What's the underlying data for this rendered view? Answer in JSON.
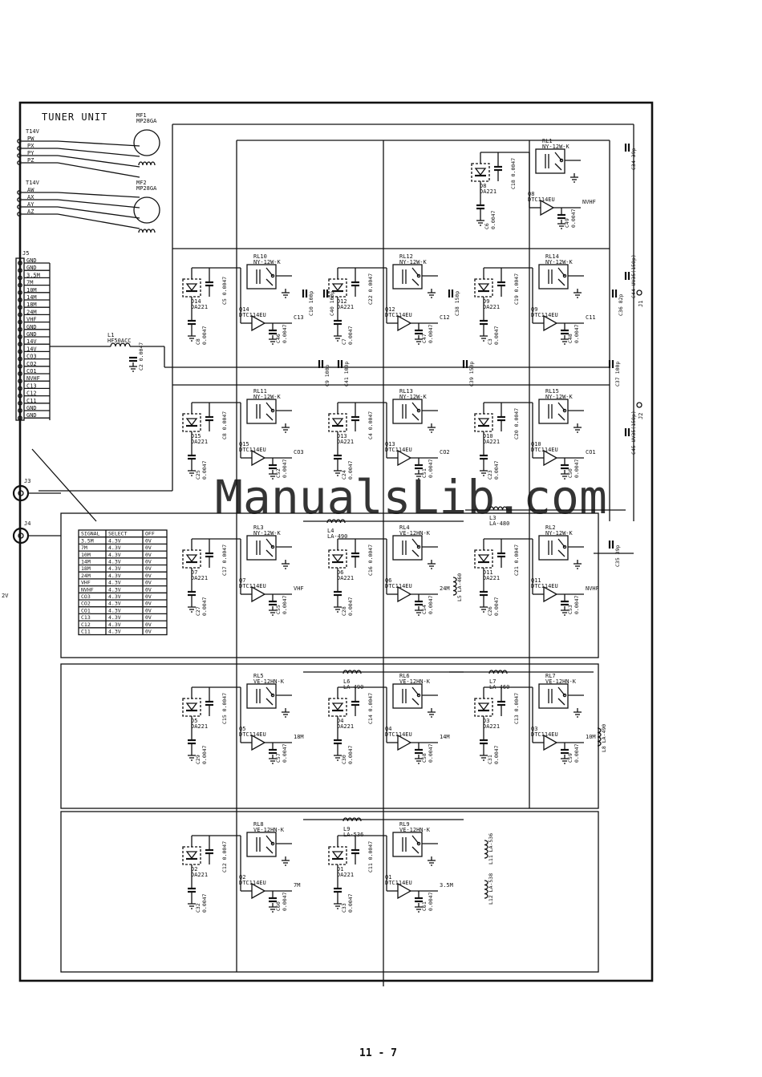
{
  "title": "TUNER UNIT",
  "page_number": "11 - 7",
  "watermark": "ManualsLib.com",
  "motors": [
    {
      "ref": "MF1",
      "part": "MP28GA"
    },
    {
      "ref": "MF2",
      "part": "MP28GA"
    }
  ],
  "motor_connector_1": {
    "supply": "T14V",
    "pins": [
      "PW",
      "PX",
      "PY",
      "PZ"
    ]
  },
  "motor_connector_2": {
    "supply": "T14V",
    "pins": [
      "AW",
      "AX",
      "AY",
      "AZ"
    ]
  },
  "connector_j5": {
    "ref": "J5",
    "pins": [
      "GND",
      "GND",
      "3.5M",
      "7M",
      "10M",
      "14M",
      "18M",
      "24M",
      "VHF",
      "GND",
      "GND",
      "14V",
      "14V",
      "CO3",
      "CO2",
      "CO1",
      "NVHF",
      "C13",
      "C12",
      "C11",
      "GND",
      "GND"
    ]
  },
  "inductor_l1": {
    "ref": "L1",
    "part": "HF50ACC"
  },
  "coax": [
    {
      "ref": "J3"
    },
    {
      "ref": "J4"
    },
    {
      "ref": "J1"
    },
    {
      "ref": "J2"
    }
  ],
  "left_edge_label": "2V",
  "relay_blocks": [
    {
      "relay": "RL1",
      "relay_part": "NY-12W-K",
      "diode": "D8",
      "diode_part": "DA221",
      "transistor": "Q8",
      "transistor_part": "DTC114EU",
      "cap_a": "C18",
      "cap_a_val": "0.0047",
      "cap_b": "C6",
      "cap_b_val": "0.0047",
      "cap_c": "C49",
      "cap_c_val": "0.0047",
      "sig": "NVHF"
    },
    {
      "relay": "RL10",
      "relay_part": "NY-12W-K",
      "diode": "D14",
      "diode_part": "DA221",
      "transistor": "Q14",
      "transistor_part": "DTC114EU",
      "cap_a": "C5",
      "cap_a_val": "0.0047",
      "cap_b": "C8",
      "cap_b_val": "0.0047",
      "cap_c": "C46",
      "cap_c_val": "0.0047",
      "sig": "C13"
    },
    {
      "relay": "RL12",
      "relay_part": "NY-12W-K",
      "diode": "D12",
      "diode_part": "DA221",
      "transistor": "Q12",
      "transistor_part": "DTC114EU",
      "cap_a": "C22",
      "cap_a_val": "0.0047",
      "cap_b": "C7",
      "cap_b_val": "0.0047",
      "cap_c": "C47",
      "cap_c_val": "0.0047",
      "sig": "C12"
    },
    {
      "relay": "RL14",
      "relay_part": "NY-12W-K",
      "diode": "D9",
      "diode_part": "DA221",
      "transistor": "Q9",
      "transistor_part": "DTC114EU",
      "cap_a": "C19",
      "cap_a_val": "0.0047",
      "cap_b": "C3",
      "cap_b_val": "0.0047",
      "cap_c": "C48",
      "cap_c_val": "0.0047",
      "sig": "C11"
    },
    {
      "relay": "RL11",
      "relay_part": "NY-12W-K",
      "diode": "D15",
      "diode_part": "DA221",
      "transistor": "Q15",
      "transistor_part": "DTC114EU",
      "cap_a": "C8",
      "cap_a_val": "0.0047",
      "cap_b": "C25",
      "cap_b_val": "0.0047",
      "cap_c": "C52",
      "cap_c_val": "0.0047",
      "sig": "CO3"
    },
    {
      "relay": "RL13",
      "relay_part": "NY-12W-K",
      "diode": "D13",
      "diode_part": "DA221",
      "transistor": "Q13",
      "transistor_part": "DTC114EU",
      "cap_a": "C4",
      "cap_a_val": "0.0047",
      "cap_b": "C24",
      "cap_b_val": "0.0047",
      "cap_c": "C51",
      "cap_c_val": "0.0047",
      "sig": "CO2"
    },
    {
      "relay": "RL15",
      "relay_part": "NY-12W-K",
      "diode": "D10",
      "diode_part": "DA221",
      "transistor": "Q10",
      "transistor_part": "DTC114EU",
      "cap_a": "C20",
      "cap_a_val": "0.0047",
      "cap_b": "C23",
      "cap_b_val": "0.0047",
      "cap_c": "C50",
      "cap_c_val": "0.0047",
      "sig": "CO1"
    },
    {
      "relay": "RL3",
      "relay_part": "NY-12W-K",
      "diode": "D7",
      "diode_part": "DA221",
      "transistor": "Q7",
      "transistor_part": "DTC114EU",
      "cap_a": "C17",
      "cap_a_val": "0.0047",
      "cap_b": "C27",
      "cap_b_val": "0.0047",
      "cap_c": "C55",
      "cap_c_val": "0.0047",
      "sig": "VHF"
    },
    {
      "relay": "RL4",
      "relay_part": "VE-12HN-K",
      "diode": "D6",
      "diode_part": "DA221",
      "transistor": "Q6",
      "transistor_part": "DTC114EU",
      "cap_a": "C16",
      "cap_a_val": "0.0047",
      "cap_b": "C28",
      "cap_b_val": "0.0047",
      "cap_c": "C54",
      "cap_c_val": "0.0047",
      "sig": "24M"
    },
    {
      "relay": "RL2",
      "relay_part": "NY-12W-K",
      "diode": "D11",
      "diode_part": "DA221",
      "transistor": "Q11",
      "transistor_part": "DTC114EU",
      "cap_a": "C21",
      "cap_a_val": "0.0047",
      "cap_b": "C26",
      "cap_b_val": "0.0047",
      "cap_c": "C53",
      "cap_c_val": "0.0047",
      "sig": "NVHF"
    },
    {
      "relay": "RL5",
      "relay_part": "VE-12HN-K",
      "diode": "D5",
      "diode_part": "DA221",
      "transistor": "Q5",
      "transistor_part": "DTC114EU",
      "cap_a": "C15",
      "cap_a_val": "0.0047",
      "cap_b": "C29",
      "cap_b_val": "0.0047",
      "cap_c": "C57",
      "cap_c_val": "0.0047",
      "sig": "18M"
    },
    {
      "relay": "RL6",
      "relay_part": "VE-12HN-K",
      "diode": "D4",
      "diode_part": "DA221",
      "transistor": "Q4",
      "transistor_part": "DTC114EU",
      "cap_a": "C14",
      "cap_a_val": "0.0047",
      "cap_b": "C30",
      "cap_b_val": "0.0047",
      "cap_c": "C58",
      "cap_c_val": "0.0047",
      "sig": "14M"
    },
    {
      "relay": "RL7",
      "relay_part": "VE-12HN-K",
      "diode": "D3",
      "diode_part": "DA221",
      "transistor": "Q3",
      "transistor_part": "DTC114EU",
      "cap_a": "C13",
      "cap_a_val": "0.0047",
      "cap_b": "C31",
      "cap_b_val": "0.0047",
      "cap_c": "C59",
      "cap_c_val": "0.0047",
      "sig": "10M"
    },
    {
      "relay": "RL8",
      "relay_part": "VE-12HN-K",
      "diode": "D2",
      "diode_part": "DA221",
      "transistor": "Q2",
      "transistor_part": "DTC114EU",
      "cap_a": "C12",
      "cap_a_val": "0.0047",
      "cap_b": "C32",
      "cap_b_val": "0.0047",
      "cap_c": "C60",
      "cap_c_val": "0.0047",
      "sig": "7M"
    },
    {
      "relay": "RL9",
      "relay_part": "VE-12HN-K",
      "diode": "D1",
      "diode_part": "DA221",
      "transistor": "Q1",
      "transistor_part": "DTC114EU",
      "cap_a": "C11",
      "cap_a_val": "0.0047",
      "cap_b": "C33",
      "cap_b_val": "0.0047",
      "cap_c": "C61",
      "cap_c_val": "0.0047",
      "sig": "3.5M"
    }
  ],
  "caps_misc": [
    {
      "ref": "C34",
      "val": "39p"
    },
    {
      "ref": "C44",
      "val": "UV35(150p)"
    },
    {
      "ref": "C10",
      "val": "100p"
    },
    {
      "ref": "C40",
      "val": "100p"
    },
    {
      "ref": "C38",
      "val": "150p"
    },
    {
      "ref": "C36",
      "val": "82p"
    },
    {
      "ref": "C9",
      "val": "100p"
    },
    {
      "ref": "C41",
      "val": "100p"
    },
    {
      "ref": "C39",
      "val": "150p"
    },
    {
      "ref": "C37",
      "val": "100p"
    },
    {
      "ref": "C45",
      "val": "UV35(150p)"
    },
    {
      "ref": "C35",
      "val": "39p"
    },
    {
      "ref": "C2",
      "val": "0.0047"
    }
  ],
  "inductors": [
    {
      "ref": "L4",
      "val": "LA-490"
    },
    {
      "ref": "L3",
      "val": "LA-480"
    },
    {
      "ref": "L5",
      "val": "LA-460"
    },
    {
      "ref": "L6",
      "val": "LA-490"
    },
    {
      "ref": "L7",
      "val": "LA-460"
    },
    {
      "ref": "L8",
      "val": "LA-490"
    },
    {
      "ref": "L9",
      "val": "LA-536"
    },
    {
      "ref": "L11",
      "val": "LA-536"
    },
    {
      "ref": "L12",
      "val": "LA-538"
    }
  ],
  "signal_table": {
    "headers": [
      "SIGNAL",
      "SELECT",
      "OFF"
    ],
    "rows": [
      [
        "3.5M",
        "4.3V",
        "0V"
      ],
      [
        "7M",
        "4.3V",
        "0V"
      ],
      [
        "10M",
        "4.3V",
        "0V"
      ],
      [
        "14M",
        "4.3V",
        "0V"
      ],
      [
        "18M",
        "4.3V",
        "0V"
      ],
      [
        "24M",
        "4.3V",
        "0V"
      ],
      [
        "VHF",
        "4.3V",
        "0V"
      ],
      [
        "NVHF",
        "4.3V",
        "0V"
      ],
      [
        "CO3",
        "4.3V",
        "0V"
      ],
      [
        "CO2",
        "4.3V",
        "0V"
      ],
      [
        "CO1",
        "4.3V",
        "0V"
      ],
      [
        "C13",
        "4.3V",
        "0V"
      ],
      [
        "C12",
        "4.3V",
        "0V"
      ],
      [
        "C11",
        "4.3V",
        "0V"
      ]
    ]
  }
}
